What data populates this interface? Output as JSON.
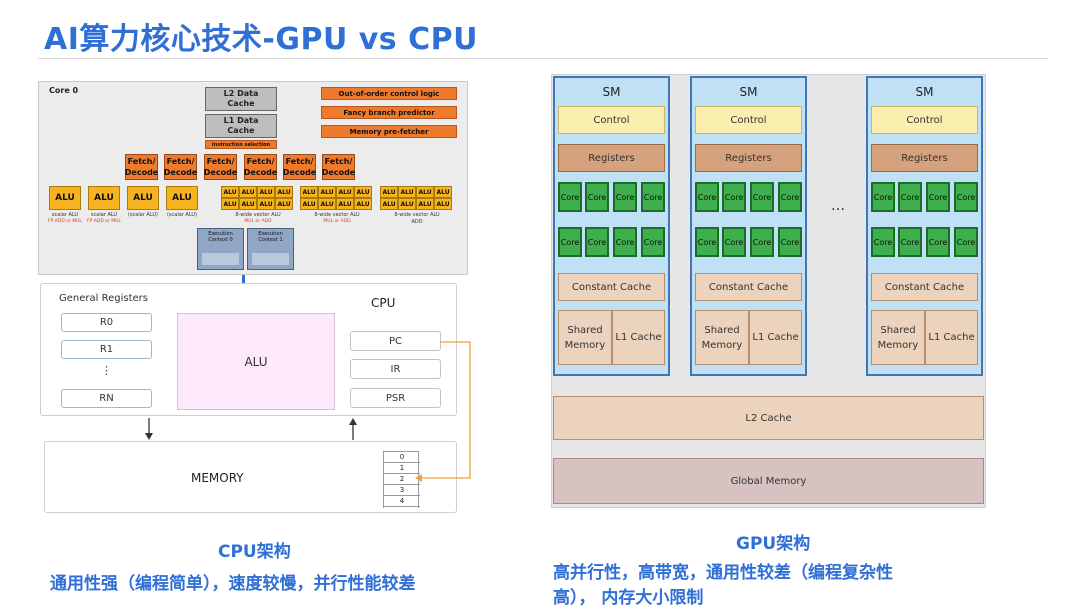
{
  "slide": {
    "title": "AI算力核心技术-GPU vs CPU"
  },
  "core_die": {
    "label": "Core 0",
    "l2": "L2 Data\nCache",
    "l1": "L1 Data\nCache",
    "instruction_selection": "Instruction selection",
    "logic": [
      "Out-of-order control logic",
      "Fancy branch predictor",
      "Memory pre-fetcher"
    ],
    "fetch_label": "Fetch/\nDecode",
    "alu_label": "ALU",
    "scalar_alu_labels": [
      "scalar ALU",
      "scalar ALU",
      "(scalar ALU)",
      "(scalar ALU)"
    ],
    "scalar_alu_ops": [
      "FP ADD or MUL",
      "FP ADD or MUL"
    ],
    "vector_alu_label": "8-wide vector ALU",
    "vector_alu_ops": [
      "MUL or ADD",
      "MUL or ADD",
      "ADD"
    ],
    "exec_contexts": [
      "Execution\nContext 0",
      "Execution\nContext 1"
    ]
  },
  "cpu_arch": {
    "general_registers": "General Registers",
    "cpu_label": "CPU",
    "registers": [
      "R0",
      "R1",
      "⋮",
      "RN"
    ],
    "alu": "ALU",
    "special_registers": [
      "PC",
      "IR",
      "PSR"
    ],
    "memory": "MEMORY",
    "memory_addresses": [
      "0",
      "1",
      "2",
      "3",
      "4"
    ]
  },
  "cpu_caption": {
    "title": "CPU架构",
    "desc": "通用性强（编程简单），速度较慢，并行性能较差"
  },
  "gpu_arch": {
    "sm_label": "SM",
    "control": "Control",
    "registers": "Registers",
    "core_label": "Core",
    "constant_cache": "Constant Cache",
    "shared_memory": "Shared\nMemory",
    "l1_cache": "L1 Cache",
    "ellipsis": "…",
    "l2_cache": "L2 Cache",
    "global_memory": "Global Memory"
  },
  "gpu_caption": {
    "title": "GPU架构",
    "desc_line1": "高并行性，高带宽，通用性较差（编程复杂性",
    "desc_line2": "高），  内存大小限制"
  },
  "colors": {
    "title_blue": "#2f6fd6",
    "orange": "#ee7a2d",
    "alu_yellow": "#f6b31f",
    "sm_border": "#3f76b8",
    "core_green": "#3fae4c"
  }
}
